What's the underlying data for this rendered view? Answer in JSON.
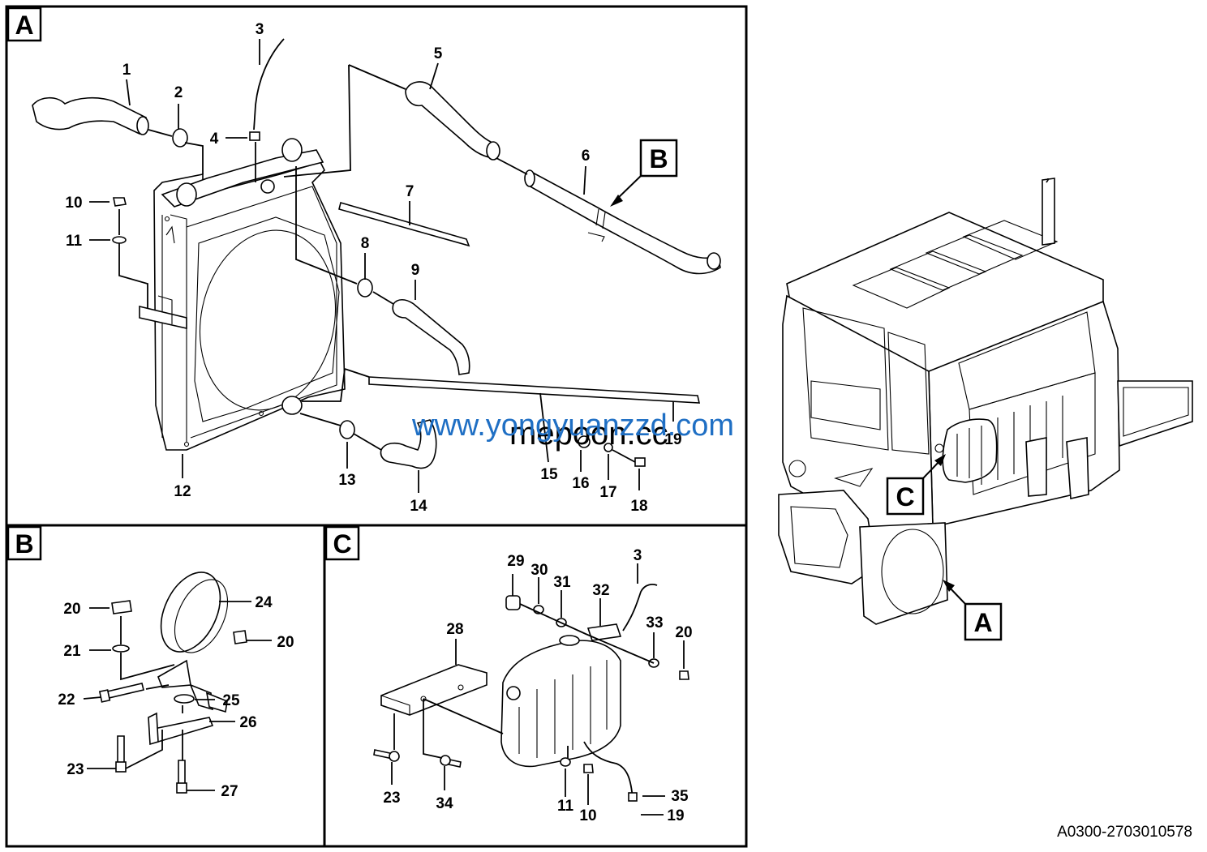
{
  "panels": {
    "a": {
      "letter": "A"
    },
    "b": {
      "letter": "B"
    },
    "c": {
      "letter": "C"
    }
  },
  "callouts": {
    "b": "B",
    "c": "C",
    "a": "A"
  },
  "labels_a": [
    "1",
    "2",
    "3",
    "4",
    "5",
    "6",
    "7",
    "8",
    "9",
    "10",
    "11",
    "12",
    "13",
    "14",
    "15",
    "16",
    "17",
    "18",
    "19"
  ],
  "labels_b": [
    "20",
    "20",
    "21",
    "22",
    "23",
    "24",
    "25",
    "26",
    "27"
  ],
  "labels_c": [
    "29",
    "30",
    "31",
    "32",
    "3",
    "33",
    "20",
    "28",
    "23",
    "34",
    "11",
    "10",
    "35",
    "19"
  ],
  "watermark": {
    "main": "www.yongyuanzzd.com",
    "overlay": "mepoon.cc"
  },
  "drawing_code": "A0300-2703010578"
}
